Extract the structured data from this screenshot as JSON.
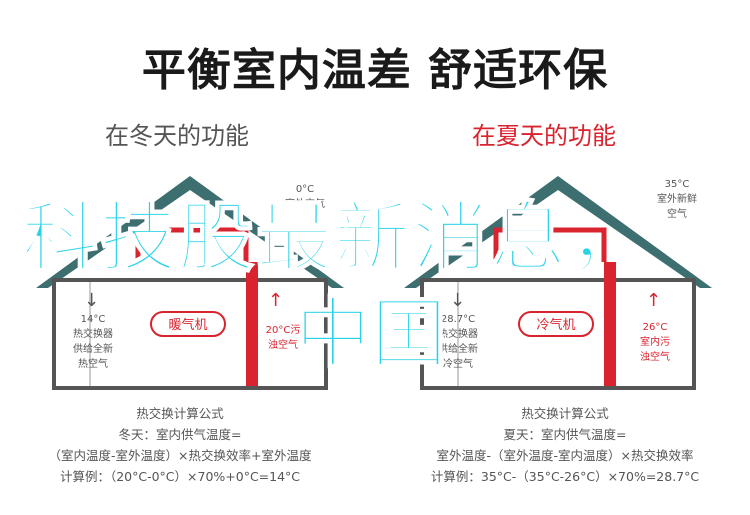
{
  "title": "平衡室内温差 舒适环保",
  "winter": {
    "heading": "在冬天的功能",
    "out_temp": "0°C",
    "out_air": "室外空气",
    "in_temp": "14°C",
    "in_desc1": "热交换器",
    "in_desc2": "供给全新",
    "in_desc3": "热空气",
    "device": "暖气机",
    "dirty_temp": "20°C污",
    "dirty_air": "浊空气",
    "formula_title": "热交换计算公式",
    "formula_line1": "冬天：室内供气温度=",
    "formula_line2": "（室内温度-室外温度）×热交换效率+室外温度",
    "formula_line3": "计算例：（20°C-0°C）×70%+0°C=14°C"
  },
  "summer": {
    "heading": "在夏天的功能",
    "out_temp": "35°C",
    "out_air1": "室外新鲜",
    "out_air2": "空气",
    "in_temp": "28.7°C",
    "in_desc1": "热交换器",
    "in_desc2": "供给全新",
    "in_desc3": "冷空气",
    "device": "冷气机",
    "dirty_temp": "26°C",
    "dirty_air1": "室内污",
    "dirty_air2": "浊空气",
    "formula_title": "热交换计算公式",
    "formula_line1": "夏天：室内供气温度=",
    "formula_line2": "室外温度-（室外温度-室内温度）×热交换效率",
    "formula_line3": "计算例：35°C-（35°C-26°C）×70%=28.7°C"
  },
  "overlay": {
    "line1": "科技股最新消息，",
    "line2": "中国"
  },
  "colors": {
    "roof": "#3d6e70",
    "wall": "#555555",
    "red": "#d9232e",
    "overlay": "#2ad2e8"
  }
}
